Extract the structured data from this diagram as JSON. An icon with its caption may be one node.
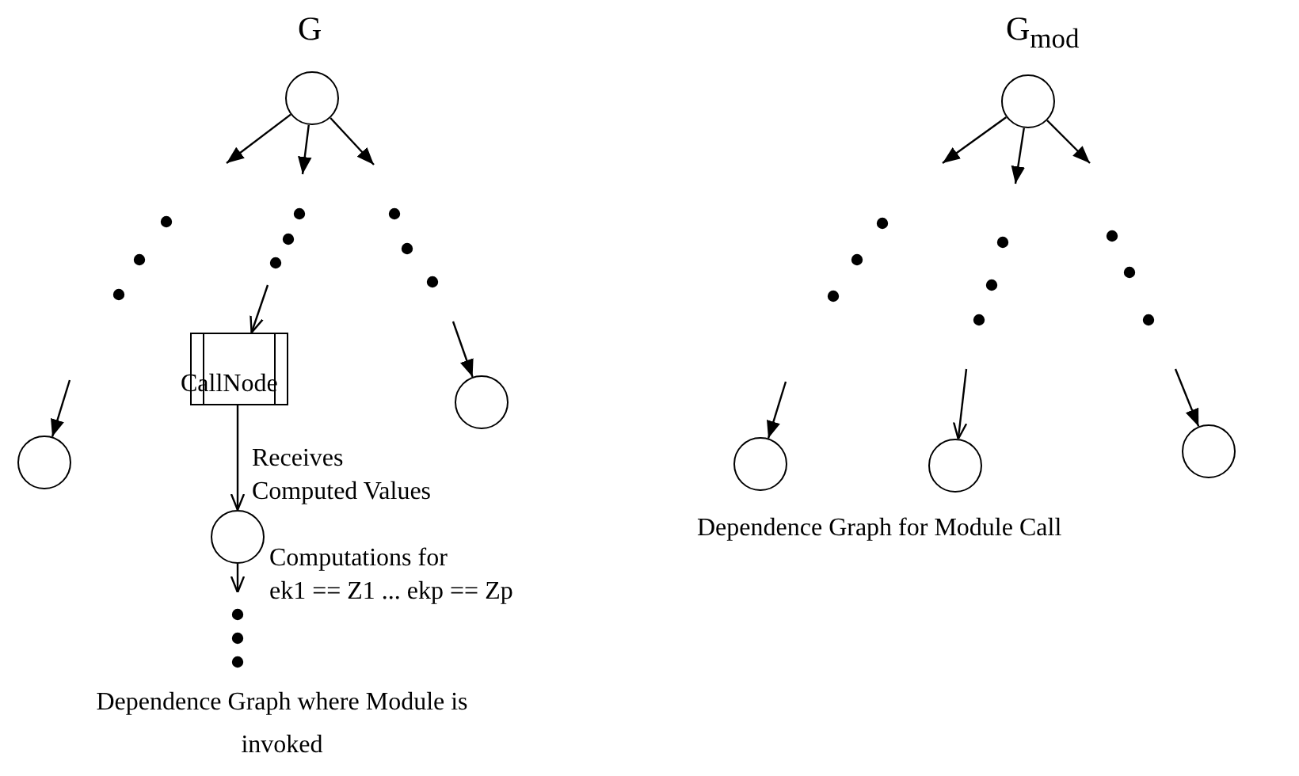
{
  "diagram": {
    "nodes": [
      {
        "text": [],
        "shape": "circle",
        "beside": [
          "G"
        ]
      },
      {
        "text": [],
        "shape": "circle"
      },
      {
        "text": [
          "CallNode"
        ]
      },
      {
        "text": [],
        "shape": "circle"
      },
      {
        "text": [],
        "shape": "circle",
        "beside": [
          "Computations for ek1 == Z1 ... ekp == Zp"
        ]
      },
      {
        "text": [],
        "shape": "circle",
        "beside": [
          "G$_{mod}$"
        ]
      },
      {
        "text": [],
        "shape": "circle"
      },
      {
        "text": [],
        "shape": "circle"
      },
      {
        "text": [],
        "shape": "circle"
      }
    ],
    "edges": [
      {
        "from": 0,
        "to": null,
        "arrow": "to"
      },
      {
        "from": 0,
        "to": null,
        "arrow": "to"
      },
      {
        "from": 0,
        "to": null,
        "arrow": "to"
      },
      {
        "from": null,
        "to": 1,
        "arrow": "to"
      },
      {
        "from": null,
        "to": 2,
        "arrow": "to"
      },
      {
        "from": null,
        "to": 3,
        "arrow": "to"
      },
      {
        "from": 2,
        "to": 4,
        "arrow": "to",
        "label": "Receives Computed Values"
      },
      {
        "from": 4,
        "to": null,
        "arrow": "to"
      },
      {
        "from": 5,
        "to": null,
        "arrow": "to"
      },
      {
        "from": 5,
        "to": null,
        "arrow": "to"
      },
      {
        "from": 5,
        "to": null,
        "arrow": "to"
      },
      {
        "from": null,
        "to": 6,
        "arrow": "to"
      },
      {
        "from": null,
        "to": 7,
        "arrow": "to"
      },
      {
        "from": null,
        "to": 8,
        "arrow": "to"
      }
    ],
    "labels": [
      "Dependence Graph where Module is invoked",
      "Dependence Graph for Module Call"
    ]
  }
}
